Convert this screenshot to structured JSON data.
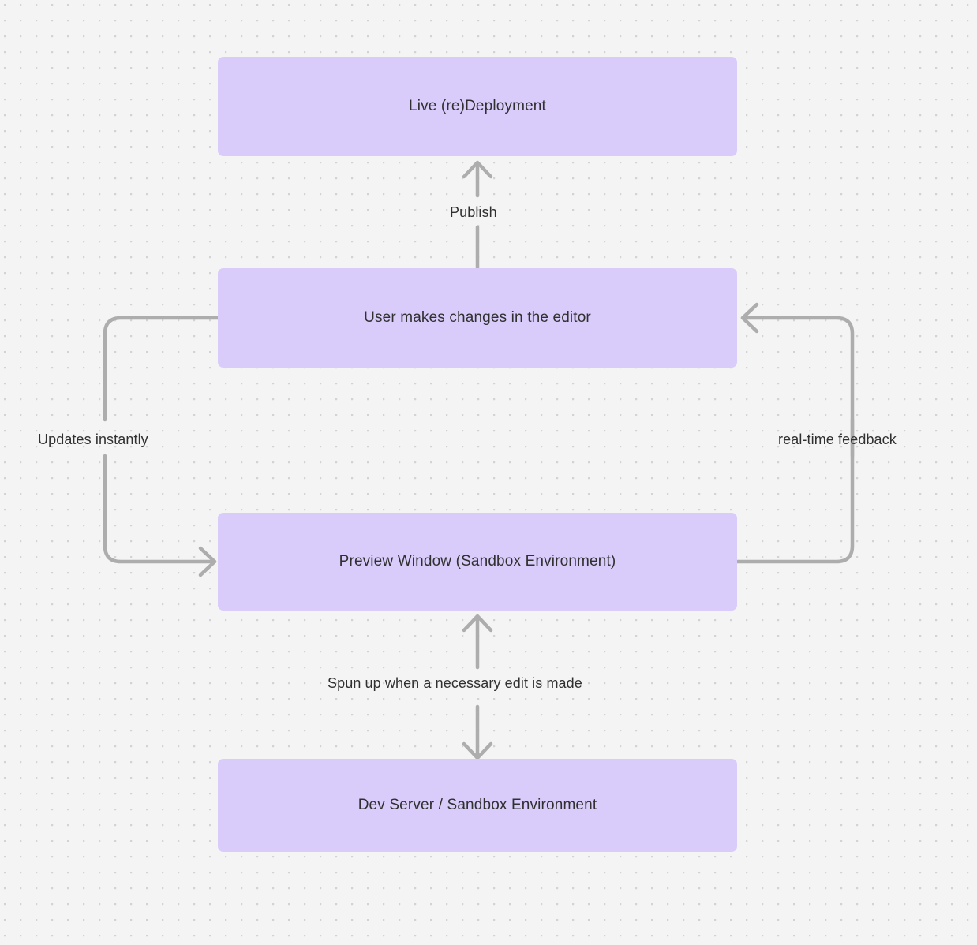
{
  "diagram": {
    "type": "flowchart",
    "background": "#f4f4f4",
    "node_fill": "#d9ccfb",
    "edge_color": "#adadad",
    "text_color": "#303030",
    "nodes": [
      {
        "id": "live-deployment",
        "label": "Live (re)Deployment"
      },
      {
        "id": "user-changes",
        "label": "User makes changes in the editor"
      },
      {
        "id": "preview-window",
        "label": "Preview Window (Sandbox Environment)"
      },
      {
        "id": "dev-server",
        "label": "Dev Server / Sandbox Environment"
      }
    ],
    "edges": [
      {
        "id": "publish",
        "label": "Publish",
        "from": "user-changes",
        "to": "live-deployment",
        "direction": "up"
      },
      {
        "id": "updates",
        "label": "Updates instantly",
        "from": "user-changes",
        "to": "preview-window",
        "direction": "loop-left"
      },
      {
        "id": "feedback",
        "label": "real-time feedback",
        "from": "preview-window",
        "to": "user-changes",
        "direction": "loop-right"
      },
      {
        "id": "spun-up",
        "label": "Spun up when a necessary edit is made",
        "from": "preview-window",
        "to": "dev-server",
        "direction": "bidirectional"
      }
    ]
  }
}
